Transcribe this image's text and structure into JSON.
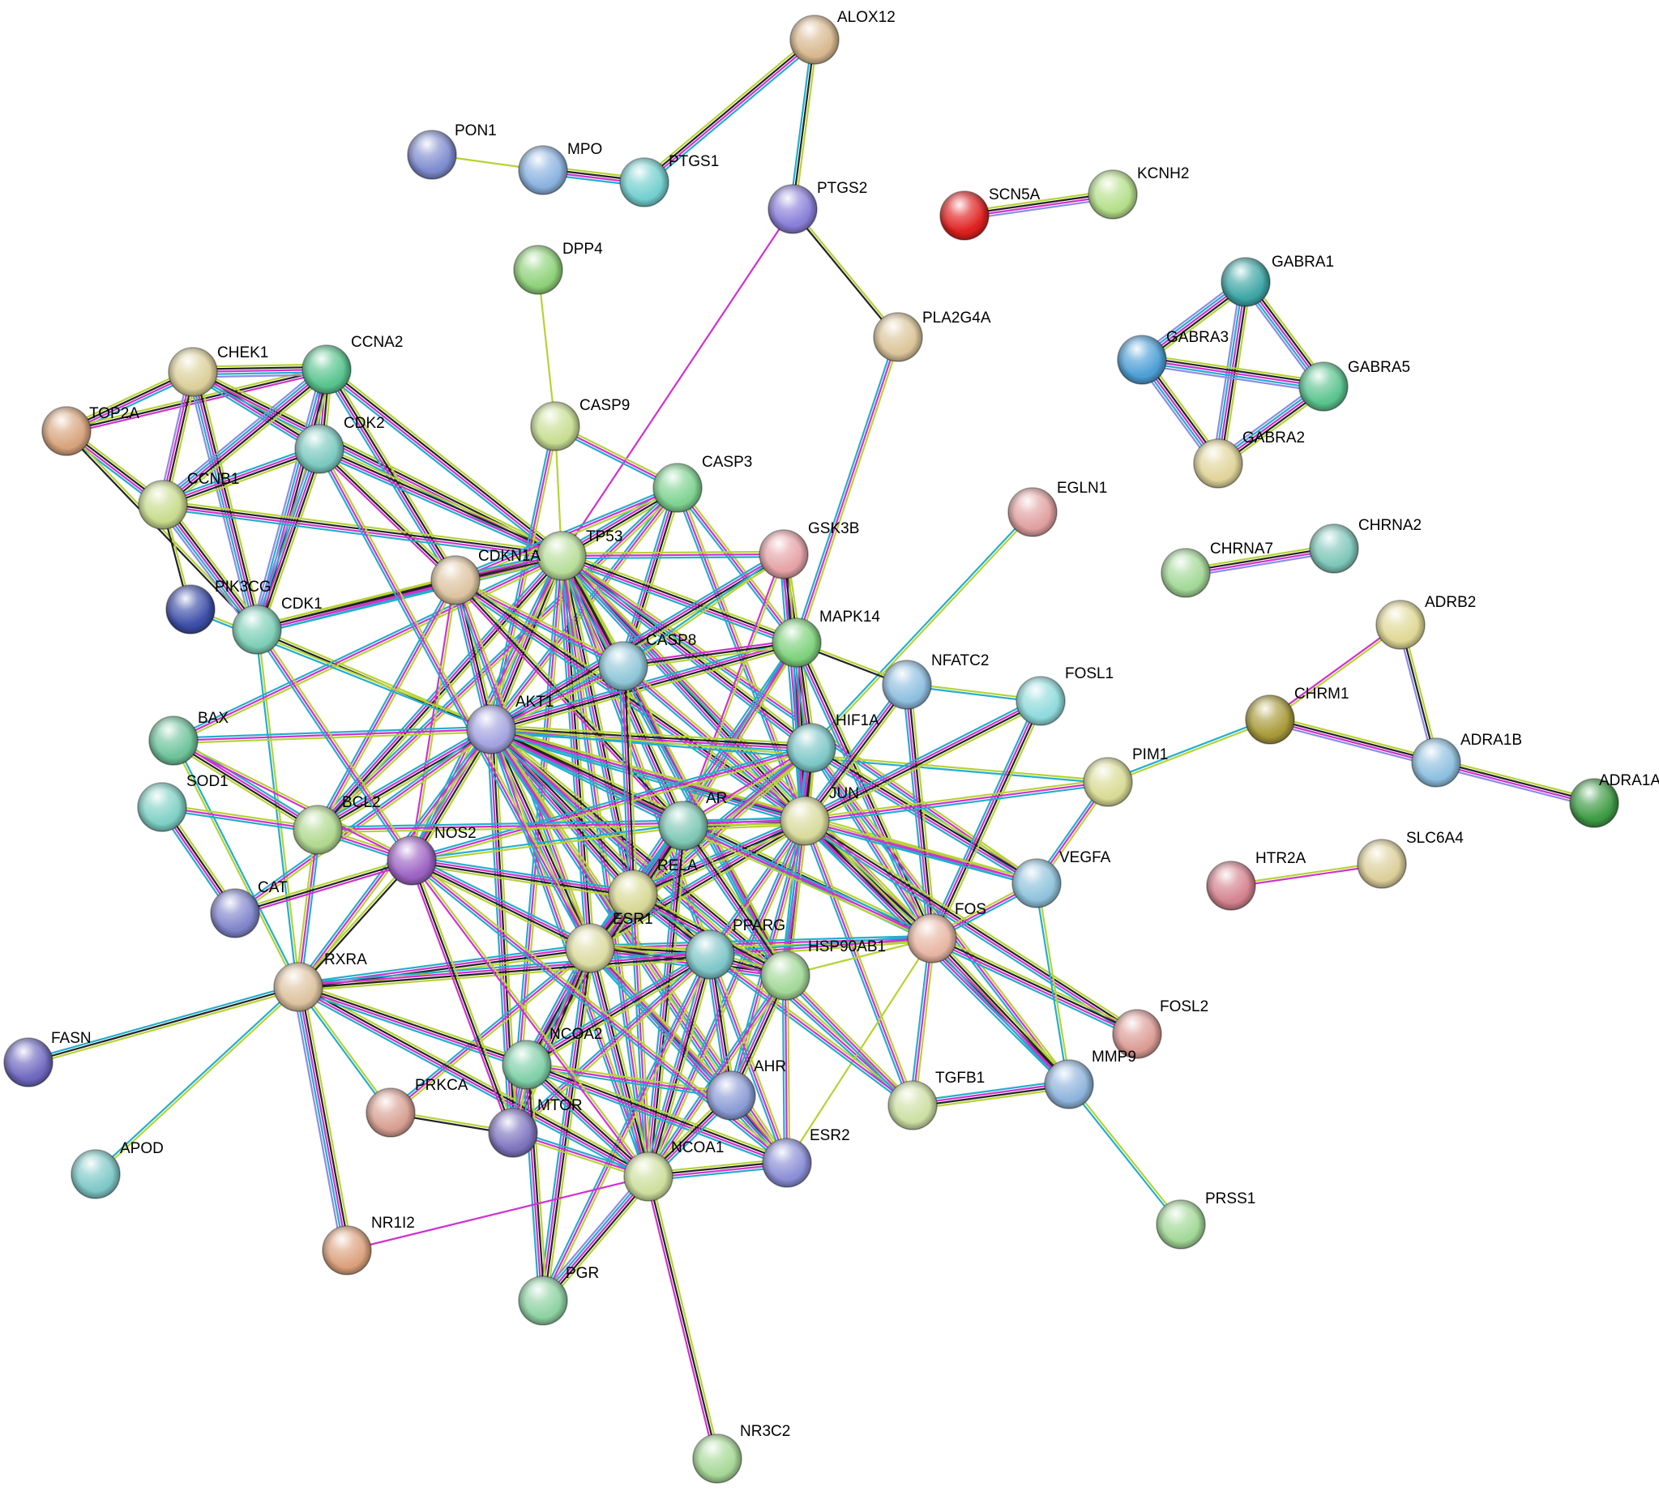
{
  "colors": {
    "green": "#b5d334",
    "black": "#222222",
    "magenta": "#d130cf",
    "cyan": "#22aecc",
    "purple": "#8c8ce6"
  },
  "nodes": [
    {
      "id": "ALOX12",
      "color": "#d8b88f"
    },
    {
      "id": "PON1",
      "color": "#7f8ccf"
    },
    {
      "id": "MPO",
      "color": "#8bb3e0"
    },
    {
      "id": "PTGS1",
      "color": "#74cfcf"
    },
    {
      "id": "PTGS2",
      "color": "#8a7fd9"
    },
    {
      "id": "SCN5A",
      "color": "#e02020"
    },
    {
      "id": "KCNH2",
      "color": "#b4df8a"
    },
    {
      "id": "DPP4",
      "color": "#8fd27a"
    },
    {
      "id": "GABRA1",
      "color": "#3fa6a6"
    },
    {
      "id": "PLA2G4A",
      "color": "#dcc59a"
    },
    {
      "id": "GABRA3",
      "color": "#4e9fd6"
    },
    {
      "id": "GABRA5",
      "color": "#5bc48f"
    },
    {
      "id": "CHEK1",
      "color": "#dccf9a"
    },
    {
      "id": "CCNA2",
      "color": "#58c48e"
    },
    {
      "id": "GABRA2",
      "color": "#e0d49a"
    },
    {
      "id": "TOP2A",
      "color": "#d7a47d"
    },
    {
      "id": "CASP9",
      "color": "#c7de92"
    },
    {
      "id": "CDK2",
      "color": "#7ccac0"
    },
    {
      "id": "CASP3",
      "color": "#7fd392"
    },
    {
      "id": "EGLN1",
      "color": "#e0a0a0"
    },
    {
      "id": "CCNB1",
      "color": "#c8dc8d"
    },
    {
      "id": "GSK3B",
      "color": "#e5a3a7"
    },
    {
      "id": "TP53",
      "color": "#b8de9a"
    },
    {
      "id": "CHRNA2",
      "color": "#7fc7ba"
    },
    {
      "id": "CDKN1A",
      "color": "#ddc4a0"
    },
    {
      "id": "CHRNA7",
      "color": "#a3d898"
    },
    {
      "id": "PIK3CG",
      "color": "#3d4fa8"
    },
    {
      "id": "CDK1",
      "color": "#7fd0b8"
    },
    {
      "id": "MAPK14",
      "color": "#7fd27d"
    },
    {
      "id": "ADRB2",
      "color": "#e0d895"
    },
    {
      "id": "CASP8",
      "color": "#8fc6d8"
    },
    {
      "id": "NFATC2",
      "color": "#8fbfe0"
    },
    {
      "id": "FOSL1",
      "color": "#8fdadc"
    },
    {
      "id": "CHRM1",
      "color": "#a89a3a"
    },
    {
      "id": "BAX",
      "color": "#6fc49c"
    },
    {
      "id": "AKT1",
      "color": "#a3a3e0"
    },
    {
      "id": "HIF1A",
      "color": "#7fc8c8"
    },
    {
      "id": "ADRA1B",
      "color": "#8fc0e0"
    },
    {
      "id": "PIM1",
      "color": "#d8db94"
    },
    {
      "id": "ADRA1A",
      "color": "#3f9c46"
    },
    {
      "id": "SOD1",
      "color": "#7fd0c6"
    },
    {
      "id": "BCL2",
      "color": "#b0d88f"
    },
    {
      "id": "AR",
      "color": "#7fc8b5"
    },
    {
      "id": "JUN",
      "color": "#d8db9c"
    },
    {
      "id": "NOS2",
      "color": "#9d63c4"
    },
    {
      "id": "SLC6A4",
      "color": "#dccf9a"
    },
    {
      "id": "HTR2A",
      "color": "#d4838f"
    },
    {
      "id": "VEGFA",
      "color": "#8fc3dc"
    },
    {
      "id": "CAT",
      "color": "#8186cc"
    },
    {
      "id": "RELA",
      "color": "#d8d895"
    },
    {
      "id": "FOS",
      "color": "#e7b6a3"
    },
    {
      "id": "ESR1",
      "color": "#dcdca3"
    },
    {
      "id": "HSP90AB1",
      "color": "#a3d898"
    },
    {
      "id": "PPARG",
      "color": "#7fc6c8"
    },
    {
      "id": "RXRA",
      "color": "#ddc3a0"
    },
    {
      "id": "FASN",
      "color": "#6f69c0"
    },
    {
      "id": "FOSL2",
      "color": "#dc9c95"
    },
    {
      "id": "NCOA2",
      "color": "#7fd0a8"
    },
    {
      "id": "MMP9",
      "color": "#8fb4dc"
    },
    {
      "id": "PRKCA",
      "color": "#d8a092"
    },
    {
      "id": "AHR",
      "color": "#8b9cd6"
    },
    {
      "id": "TGFB1",
      "color": "#cde0a3"
    },
    {
      "id": "MTOR",
      "color": "#7f75bf"
    },
    {
      "id": "APOD",
      "color": "#7fc8c8"
    },
    {
      "id": "ESR2",
      "color": "#8b8fd6"
    },
    {
      "id": "NCOA1",
      "color": "#cddf9c"
    },
    {
      "id": "PRSS1",
      "color": "#a3d898"
    },
    {
      "id": "NR1I2",
      "color": "#dca27e"
    },
    {
      "id": "PGR",
      "color": "#8fd2a3"
    },
    {
      "id": "NR3C2",
      "color": "#a8d898"
    }
  ],
  "edges": [
    [
      "PON1",
      "MPO",
      "g"
    ],
    [
      "MPO",
      "PTGS1",
      "gkmc"
    ],
    [
      "PTGS1",
      "ALOX12",
      "gkmc"
    ],
    [
      "ALOX12",
      "PTGS2",
      "gkc"
    ],
    [
      "PTGS2",
      "PLA2G4A",
      "gk"
    ],
    [
      "PTGS2",
      "TP53",
      "m"
    ],
    [
      "SCN5A",
      "KCNH2",
      "gkmp"
    ],
    [
      "DPP4",
      "CASP9",
      "g"
    ],
    [
      "GABRA1",
      "GABRA3",
      "gkmcp"
    ],
    [
      "GABRA1",
      "GABRA5",
      "gkmcp"
    ],
    [
      "GABRA1",
      "GABRA2",
      "gkmcp"
    ],
    [
      "GABRA3",
      "GABRA5",
      "gkmcp"
    ],
    [
      "GABRA3",
      "GABRA2",
      "gkmcp"
    ],
    [
      "GABRA5",
      "GABRA2",
      "gkmcp"
    ],
    [
      "CHRNA7",
      "CHRNA2",
      "gkmp"
    ],
    [
      "ADRB2",
      "CHRM1",
      "gm"
    ],
    [
      "ADRB2",
      "ADRA1B",
      "gkp"
    ],
    [
      "CHRM1",
      "ADRA1B",
      "gkmp"
    ],
    [
      "ADRA1B",
      "ADRA1A",
      "gkmp"
    ],
    [
      "HTR2A",
      "SLC6A4",
      "gm"
    ],
    [
      "CHRM1",
      "PIM1",
      "gc"
    ],
    [
      "PLA2G4A",
      "MAPK14",
      "gmc"
    ],
    [
      "EGLN1",
      "HIF1A",
      "gc"
    ],
    [
      "TOP2A",
      "CHEK1",
      "gkmc"
    ],
    [
      "TOP2A",
      "CCNA2",
      "gkm"
    ],
    [
      "TOP2A",
      "CCNB1",
      "gkmc"
    ],
    [
      "TOP2A",
      "CDK1",
      "gk"
    ],
    [
      "CHEK1",
      "CCNA2",
      "gkmcp"
    ],
    [
      "CHEK1",
      "CDK2",
      "gkmc"
    ],
    [
      "CHEK1",
      "CCNB1",
      "gkmp"
    ],
    [
      "CHEK1",
      "CDK1",
      "gkmcp"
    ],
    [
      "CHEK1",
      "TP53",
      "gkmc"
    ],
    [
      "CCNA2",
      "CDK2",
      "gkmcp"
    ],
    [
      "CCNA2",
      "CCNB1",
      "gkmcp"
    ],
    [
      "CCNA2",
      "CDK1",
      "gkmcp"
    ],
    [
      "CCNA2",
      "TP53",
      "gkmc"
    ],
    [
      "CCNA2",
      "CDKN1A",
      "gkmc"
    ],
    [
      "CDK2",
      "CCNB1",
      "gkmc"
    ],
    [
      "CDK2",
      "CDK1",
      "gkmcp"
    ],
    [
      "CDK2",
      "TP53",
      "gkmc"
    ],
    [
      "CDK2",
      "CDKN1A",
      "gkm"
    ],
    [
      "CCNB1",
      "CDK1",
      "gkmcp"
    ],
    [
      "CCNB1",
      "TP53",
      "gkmc"
    ],
    [
      "CCNB1",
      "PIK3CG",
      "gk"
    ],
    [
      "CDK1",
      "TP53",
      "gkmc"
    ],
    [
      "CDK1",
      "CDKN1A",
      "gkmc"
    ],
    [
      "CDK1",
      "AKT1",
      "gk"
    ],
    [
      "CDK1",
      "RXRA",
      "gc"
    ],
    [
      "CASP9",
      "TP53",
      "g"
    ],
    [
      "CASP9",
      "CASP3",
      "gmc"
    ],
    [
      "CASP9",
      "AKT1",
      "gmc"
    ],
    [
      "CASP3",
      "TP53",
      "gkmc"
    ],
    [
      "CASP3",
      "CASP8",
      "gkmc"
    ],
    [
      "CASP3",
      "AKT1",
      "gmc"
    ],
    [
      "CASP3",
      "BCL2",
      "gmc"
    ],
    [
      "CASP3",
      "MAPK14",
      "gmc"
    ],
    [
      "CASP3",
      "JUN",
      "gmc"
    ],
    [
      "CASP3",
      "CDKN1A",
      "gmc"
    ],
    [
      "TP53",
      "CDKN1A",
      "gkmc"
    ],
    [
      "TP53",
      "AKT1",
      "gkmc"
    ],
    [
      "TP53",
      "CASP8",
      "gkmc"
    ],
    [
      "TP53",
      "MAPK14",
      "gkmc"
    ],
    [
      "TP53",
      "GSK3B",
      "gmc"
    ],
    [
      "TP53",
      "HIF1A",
      "gkmc"
    ],
    [
      "TP53",
      "JUN",
      "gkmc"
    ],
    [
      "TP53",
      "BCL2",
      "gkmc"
    ],
    [
      "TP53",
      "BAX",
      "gmc"
    ],
    [
      "TP53",
      "NOS2",
      "gmc"
    ],
    [
      "TP53",
      "ESR1",
      "gkmc"
    ],
    [
      "TP53",
      "AR",
      "gkmc"
    ],
    [
      "TP53",
      "RELA",
      "gkmc"
    ],
    [
      "TP53",
      "PPARG",
      "gmc"
    ],
    [
      "TP53",
      "HSP90AB1",
      "gkmc"
    ],
    [
      "TP53",
      "FOS",
      "gmc"
    ],
    [
      "TP53",
      "NCOA1",
      "gmc"
    ],
    [
      "TP53",
      "MTOR",
      "gmc"
    ],
    [
      "TP53",
      "VEGFA",
      "gmc"
    ],
    [
      "CDKN1A",
      "AKT1",
      "gkmc"
    ],
    [
      "CDKN1A",
      "CASP8",
      "gmc"
    ],
    [
      "CDKN1A",
      "JUN",
      "gkmc"
    ],
    [
      "CDKN1A",
      "ESR1",
      "gmc"
    ],
    [
      "CDKN1A",
      "BCL2",
      "gmc"
    ],
    [
      "CDKN1A",
      "AR",
      "gkm"
    ],
    [
      "CDKN1A",
      "NOS2",
      "gm"
    ],
    [
      "GSK3B",
      "AKT1",
      "gkmc"
    ],
    [
      "GSK3B",
      "MAPK14",
      "gkmc"
    ],
    [
      "GSK3B",
      "JUN",
      "gkmc"
    ],
    [
      "GSK3B",
      "CASP8",
      "gc"
    ],
    [
      "GSK3B",
      "AR",
      "gm"
    ],
    [
      "MAPK14",
      "AKT1",
      "gkmc"
    ],
    [
      "MAPK14",
      "JUN",
      "gkmc"
    ],
    [
      "MAPK14",
      "HIF1A",
      "gkmc"
    ],
    [
      "MAPK14",
      "FOS",
      "gkmc"
    ],
    [
      "MAPK14",
      "ESR1",
      "gmc"
    ],
    [
      "MAPK14",
      "AR",
      "gmc"
    ],
    [
      "MAPK14",
      "NFATC2",
      "gk"
    ],
    [
      "MAPK14",
      "CASP8",
      "gkm"
    ],
    [
      "CASP8",
      "AKT1",
      "gmc"
    ],
    [
      "CASP8",
      "JUN",
      "gmc"
    ],
    [
      "CASP8",
      "HSP90AB1",
      "gmc"
    ],
    [
      "AKT1",
      "HIF1A",
      "gkmc"
    ],
    [
      "AKT1",
      "JUN",
      "gkmc"
    ],
    [
      "AKT1",
      "BCL2",
      "gkmc"
    ],
    [
      "AKT1",
      "NOS2",
      "gkmc"
    ],
    [
      "AKT1",
      "ESR1",
      "gkmc"
    ],
    [
      "AKT1",
      "AR",
      "gkmc"
    ],
    [
      "AKT1",
      "RELA",
      "gkmc"
    ],
    [
      "AKT1",
      "PPARG",
      "gkmc"
    ],
    [
      "AKT1",
      "HSP90AB1",
      "gkmc"
    ],
    [
      "AKT1",
      "FOS",
      "gkmc"
    ],
    [
      "AKT1",
      "MTOR",
      "gkmc"
    ],
    [
      "AKT1",
      "NCOA1",
      "gmc"
    ],
    [
      "AKT1",
      "VEGFA",
      "gmc"
    ],
    [
      "AKT1",
      "BAX",
      "gmc"
    ],
    [
      "AKT1",
      "CAT",
      "gmc"
    ],
    [
      "AKT1",
      "RXRA",
      "gmc"
    ],
    [
      "AKT1",
      "ESR2",
      "gmc"
    ],
    [
      "AKT1",
      "AHR",
      "gmc"
    ],
    [
      "AKT1",
      "TGFB1",
      "gmc"
    ],
    [
      "AKT1",
      "PIM1",
      "gc"
    ],
    [
      "HIF1A",
      "JUN",
      "gkmc"
    ],
    [
      "HIF1A",
      "VEGFA",
      "gkmc"
    ],
    [
      "HIF1A",
      "FOS",
      "gmc"
    ],
    [
      "HIF1A",
      "ESR1",
      "gmc"
    ],
    [
      "HIF1A",
      "RELA",
      "gmc"
    ],
    [
      "HIF1A",
      "HSP90AB1",
      "gkmc"
    ],
    [
      "HIF1A",
      "MMP9",
      "gmc"
    ],
    [
      "HIF1A",
      "NOS2",
      "gmc"
    ],
    [
      "HIF1A",
      "AR",
      "gm"
    ],
    [
      "NFATC2",
      "JUN",
      "gkmc"
    ],
    [
      "NFATC2",
      "FOS",
      "gkmc"
    ],
    [
      "NFATC2",
      "FOSL1",
      "gc"
    ],
    [
      "FOSL1",
      "JUN",
      "gkmc"
    ],
    [
      "FOSL1",
      "FOS",
      "gkmc"
    ],
    [
      "JUN",
      "FOS",
      "gkmc"
    ],
    [
      "JUN",
      "ESR1",
      "gkmc"
    ],
    [
      "JUN",
      "AR",
      "gkmc"
    ],
    [
      "JUN",
      "RELA",
      "gkmc"
    ],
    [
      "JUN",
      "PPARG",
      "gmc"
    ],
    [
      "JUN",
      "VEGFA",
      "gmc"
    ],
    [
      "JUN",
      "MMP9",
      "gkmc"
    ],
    [
      "JUN",
      "FOSL2",
      "gkmc"
    ],
    [
      "JUN",
      "TGFB1",
      "gmc"
    ],
    [
      "JUN",
      "NCOA1",
      "gmc"
    ],
    [
      "JUN",
      "PIM1",
      "gmc"
    ],
    [
      "JUN",
      "AHR",
      "gmc"
    ],
    [
      "JUN",
      "HSP90AB1",
      "gmc"
    ],
    [
      "JUN",
      "BCL2",
      "gmc"
    ],
    [
      "FOS",
      "FOSL2",
      "gkmc"
    ],
    [
      "FOS",
      "MMP9",
      "gkmc"
    ],
    [
      "FOS",
      "TGFB1",
      "gmc"
    ],
    [
      "FOS",
      "VEGFA",
      "gmc"
    ],
    [
      "FOS",
      "ESR1",
      "gmc"
    ],
    [
      "FOS",
      "PPARG",
      "gmc"
    ],
    [
      "FOS",
      "AR",
      "gmc"
    ],
    [
      "FOS",
      "HSP90AB1",
      "g"
    ],
    [
      "FOS",
      "ESR2",
      "g"
    ],
    [
      "PIM1",
      "VEGFA",
      "gmc"
    ],
    [
      "VEGFA",
      "MMP9",
      "gc"
    ],
    [
      "MMP9",
      "TGFB1",
      "gkmc"
    ],
    [
      "MMP9",
      "PRSS1",
      "gc"
    ],
    [
      "AR",
      "ESR1",
      "gkmc"
    ],
    [
      "AR",
      "RELA",
      "gkmc"
    ],
    [
      "AR",
      "HSP90AB1",
      "gkmc"
    ],
    [
      "AR",
      "NCOA1",
      "gkmc"
    ],
    [
      "AR",
      "NCOA2",
      "gkmc"
    ],
    [
      "AR",
      "NOS2",
      "gc"
    ],
    [
      "RELA",
      "ESR1",
      "gkmc"
    ],
    [
      "RELA",
      "NOS2",
      "gkmc"
    ],
    [
      "RELA",
      "PPARG",
      "gkmc"
    ],
    [
      "RELA",
      "HSP90AB1",
      "gkmc"
    ],
    [
      "RELA",
      "NCOA1",
      "gmc"
    ],
    [
      "ESR1",
      "PPARG",
      "gkmc"
    ],
    [
      "ESR1",
      "HSP90AB1",
      "gkmc"
    ],
    [
      "ESR1",
      "NCOA1",
      "gkmc"
    ],
    [
      "ESR1",
      "NCOA2",
      "gkmc"
    ],
    [
      "ESR1",
      "ESR2",
      "gkmc"
    ],
    [
      "ESR1",
      "PGR",
      "gkmc"
    ],
    [
      "ESR1",
      "MTOR",
      "gkmc"
    ],
    [
      "ESR1",
      "RXRA",
      "gkmc"
    ],
    [
      "ESR1",
      "AHR",
      "gmc"
    ],
    [
      "ESR1",
      "PRKCA",
      "gmc"
    ],
    [
      "ESR1",
      "NOS2",
      "gkmc"
    ],
    [
      "PPARG",
      "RXRA",
      "gkmc"
    ],
    [
      "PPARG",
      "NCOA1",
      "gkmc"
    ],
    [
      "PPARG",
      "NCOA2",
      "gkmc"
    ],
    [
      "PPARG",
      "HSP90AB1",
      "gkm"
    ],
    [
      "PPARG",
      "TGFB1",
      "gmc"
    ],
    [
      "PPARG",
      "AHR",
      "gkmc"
    ],
    [
      "PPARG",
      "ESR2",
      "gmc"
    ],
    [
      "PPARG",
      "PGR",
      "gmc"
    ],
    [
      "PPARG",
      "MTOR",
      "gmc"
    ],
    [
      "HSP90AB1",
      "AHR",
      "gkmc"
    ],
    [
      "HSP90AB1",
      "ESR2",
      "gmc"
    ],
    [
      "HSP90AB1",
      "NCOA1",
      "gmc"
    ],
    [
      "HSP90AB1",
      "TGFB1",
      "gmc"
    ],
    [
      "RXRA",
      "NCOA1",
      "gkmc"
    ],
    [
      "RXRA",
      "NCOA2",
      "gkmc"
    ],
    [
      "RXRA",
      "NR1I2",
      "gkmcp"
    ],
    [
      "RXRA",
      "FASN",
      "gkc"
    ],
    [
      "RXRA",
      "APOD",
      "gc"
    ],
    [
      "RXRA",
      "PRKCA",
      "gc"
    ],
    [
      "RXRA",
      "BCL2",
      "gmc"
    ],
    [
      "RXRA",
      "NOS2",
      "gk"
    ],
    [
      "RXRA",
      "BAX",
      "gc"
    ],
    [
      "NCOA2",
      "NCOA1",
      "gkmc"
    ],
    [
      "NCOA2",
      "PGR",
      "gkmc"
    ],
    [
      "NCOA2",
      "AHR",
      "gmc"
    ],
    [
      "NCOA2",
      "ESR2",
      "gkmc"
    ],
    [
      "NCOA2",
      "MTOR",
      "gmc"
    ],
    [
      "NCOA1",
      "PGR",
      "gkmcp"
    ],
    [
      "NCOA1",
      "ESR2",
      "gkmc"
    ],
    [
      "NCOA1",
      "AHR",
      "gkmc"
    ],
    [
      "NCOA1",
      "NR3C2",
      "gkm"
    ],
    [
      "NCOA1",
      "NR1I2",
      "m"
    ],
    [
      "NCOA1",
      "MTOR",
      "gmc"
    ],
    [
      "PRKCA",
      "MTOR",
      "gk"
    ],
    [
      "AHR",
      "ESR2",
      "gmc"
    ],
    [
      "BCL2",
      "BAX",
      "gkmc"
    ],
    [
      "BCL2",
      "NOS2",
      "gmc"
    ],
    [
      "BAX",
      "NOS2",
      "gm"
    ],
    [
      "SOD1",
      "CAT",
      "gkmc"
    ],
    [
      "SOD1",
      "BCL2",
      "gmc"
    ],
    [
      "CAT",
      "NOS2",
      "gkm"
    ],
    [
      "NOS2",
      "ESR2",
      "gmc"
    ],
    [
      "NOS2",
      "MTOR",
      "gkm"
    ],
    [
      "NOS2",
      "NCOA1",
      "gm"
    ],
    [
      "CDK1",
      "NOS2",
      "gmc"
    ],
    [
      "PIK3CG",
      "AKT1",
      "gc"
    ],
    [
      "CDK2",
      "ESR1",
      "gmc"
    ],
    [
      "CASP8",
      "RELA",
      "gkmc"
    ]
  ]
}
